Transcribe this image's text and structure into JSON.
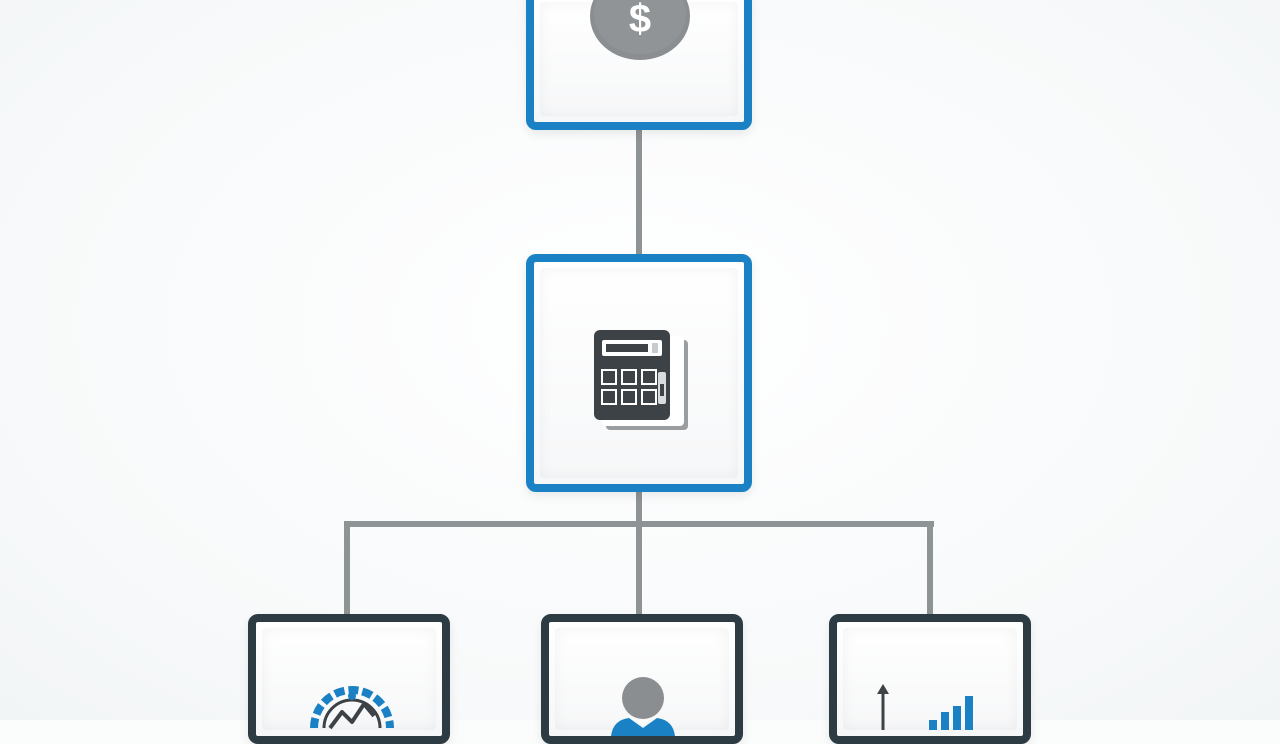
{
  "diagram": {
    "type": "hierarchy",
    "colors": {
      "primary_border": "#1a82c4",
      "secondary_border": "#2d3b43",
      "connector": "#8e9396",
      "icon_dark": "#3c4246",
      "icon_gray": "#8a8e91",
      "accent_blue": "#1a82c4"
    },
    "nodes": [
      {
        "id": "top",
        "level": 0,
        "icon": "dollar-coin-icon",
        "symbol": "$"
      },
      {
        "id": "middle",
        "level": 1,
        "icon": "calculator-icon"
      },
      {
        "id": "bottom-left",
        "level": 2,
        "icon": "gear-chart-icon"
      },
      {
        "id": "bottom-center",
        "level": 2,
        "icon": "person-icon"
      },
      {
        "id": "bottom-right",
        "level": 2,
        "icon": "growth-chart-icon"
      }
    ],
    "edges": [
      {
        "from": "top",
        "to": "middle"
      },
      {
        "from": "middle",
        "to": "bottom-left"
      },
      {
        "from": "middle",
        "to": "bottom-center"
      },
      {
        "from": "middle",
        "to": "bottom-right"
      }
    ]
  }
}
